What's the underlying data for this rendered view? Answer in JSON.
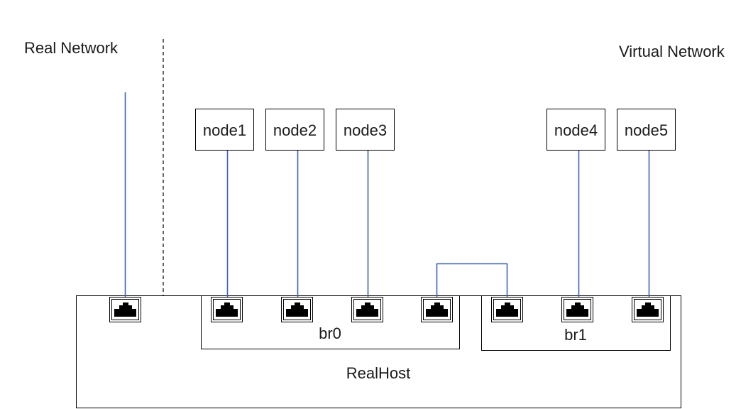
{
  "labels": {
    "real_network": "Real Network",
    "virtual_network": "Virtual Network",
    "real_host": "RealHost"
  },
  "bridges": [
    {
      "id": "br0",
      "label": "br0"
    },
    {
      "id": "br1",
      "label": "br1"
    }
  ],
  "nodes": [
    {
      "id": "node1",
      "label": "node1"
    },
    {
      "id": "node2",
      "label": "node2"
    },
    {
      "id": "node3",
      "label": "node3"
    },
    {
      "id": "node4",
      "label": "node4"
    },
    {
      "id": "node5",
      "label": "node5"
    }
  ],
  "colors": {
    "wire": "#3a62b0",
    "border": "#000000",
    "text": "#1a1a1a"
  }
}
